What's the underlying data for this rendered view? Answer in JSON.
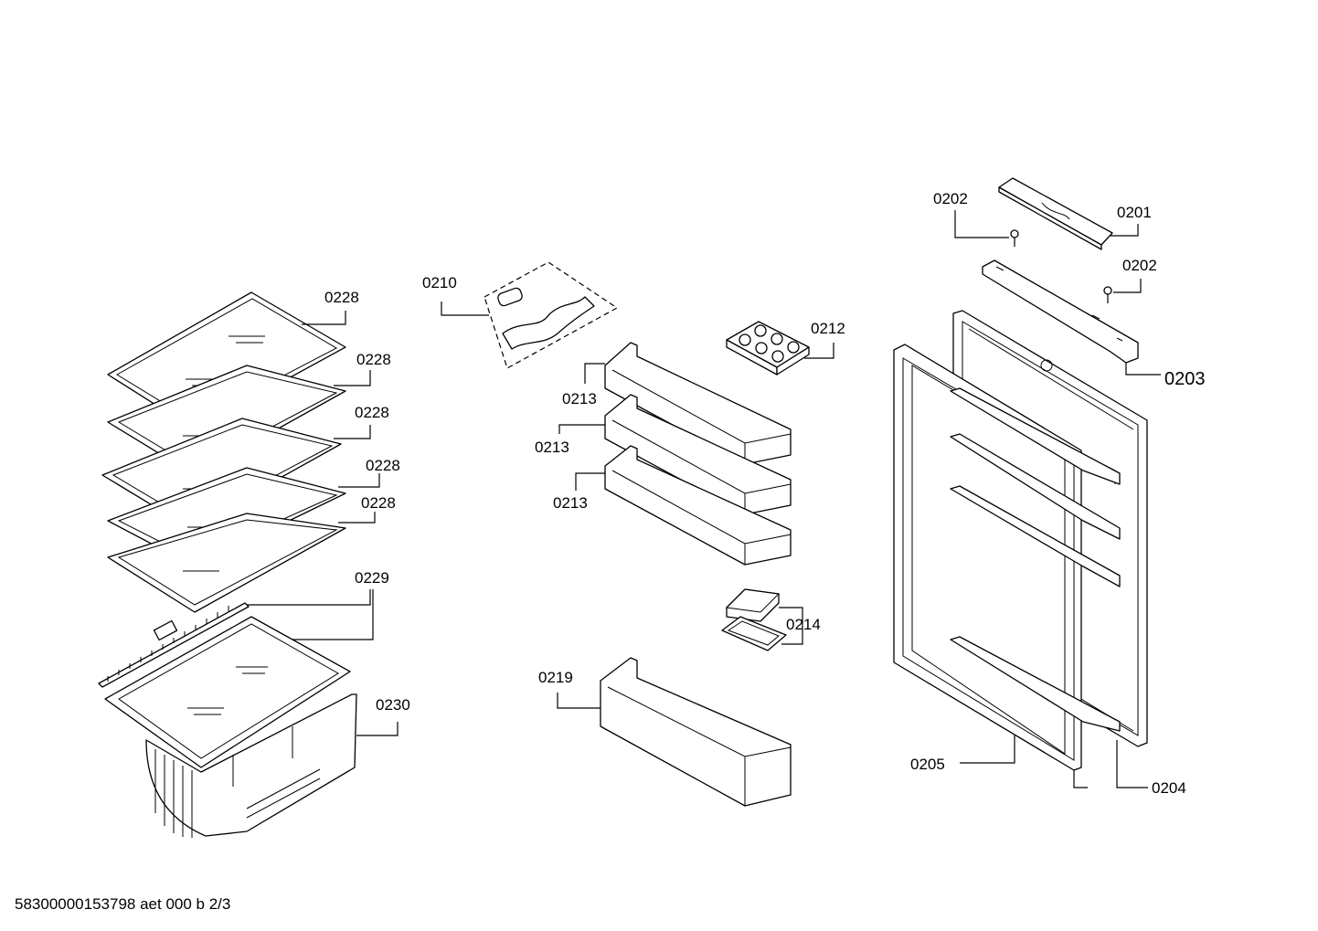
{
  "footer": {
    "document_id": "58300000153798 aet 000 b 2/3"
  },
  "labels": {
    "l0201": "0201",
    "l0202a": "0202",
    "l0202b": "0202",
    "l0203": "0203",
    "l0204": "0204",
    "l0205": "0205",
    "l0210": "0210",
    "l0212": "0212",
    "l0213a": "0213",
    "l0213b": "0213",
    "l0213c": "0213",
    "l0214": "0214",
    "l0219": "0219",
    "l0228a": "0228",
    "l0228b": "0228",
    "l0228c": "0228",
    "l0228d": "0228",
    "l0228e": "0228",
    "l0229": "0229",
    "l0230": "0230"
  }
}
